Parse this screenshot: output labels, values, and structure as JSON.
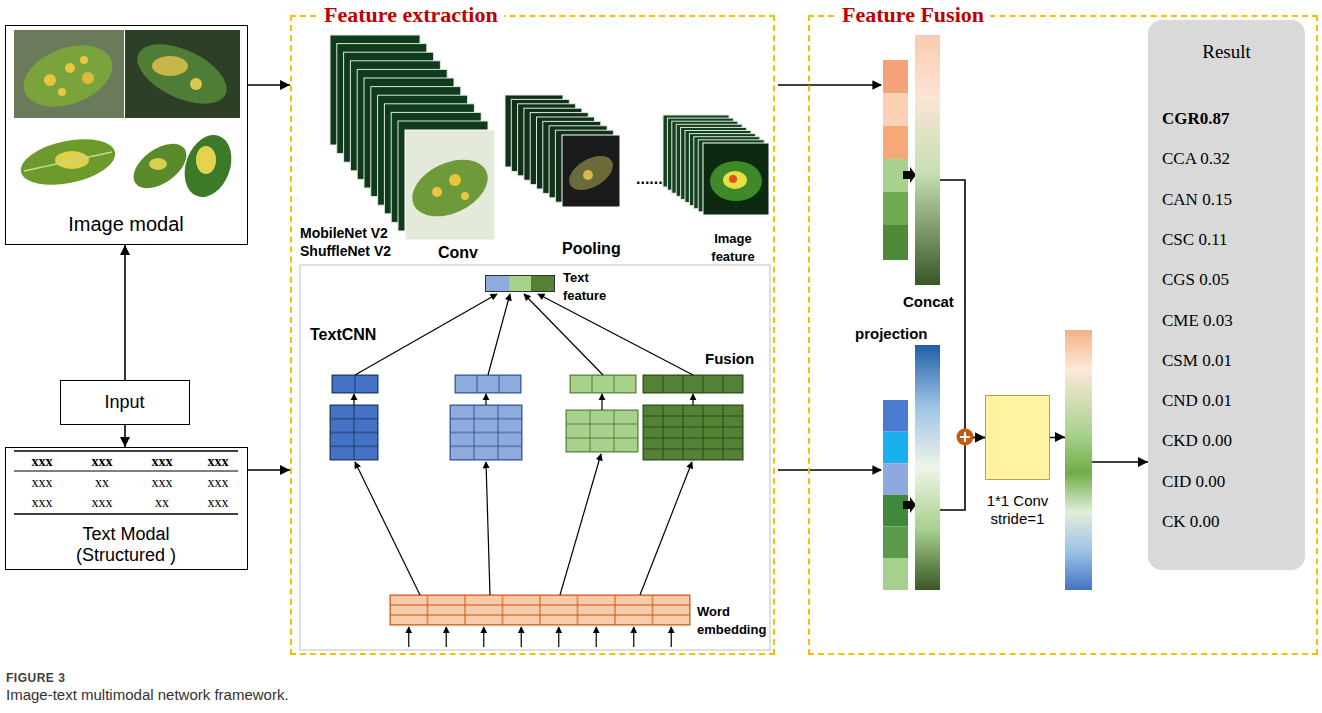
{
  "diagram": {
    "caption": "Image-text multimodal network framework.",
    "nodes": [
      {
        "text": [
          "Feature extraction"
        ]
      },
      {
        "text": [
          "Feature Fusion"
        ]
      },
      {
        "text": [
          "Image modal"
        ]
      },
      {
        "text": [
          "Input"
        ]
      },
      {
        "text": [
          "Text Modal (Structured )"
        ]
      },
      {
        "text": [
          "Text feature"
        ],
        "in": 0
      },
      {
        "text": [
          "Concat"
        ],
        "in": 1
      },
      {
        "text": [
          "projection"
        ],
        "in": 1
      },
      {
        "text": [
          "1*1 Conv stride=1"
        ],
        "in": 1
      },
      {
        "text": [
          "Result",
          "CGR0.87",
          "CCA 0.32",
          "CAN 0.15",
          "CSC 0.11",
          "CGS 0.05",
          "CME 0.03",
          "CSM 0.01",
          "CND 0.01",
          "CKD 0.00",
          "CID 0.00",
          "CK 0.00"
        ],
        "in": 1
      }
    ],
    "edges": [
      {
        "from": 3,
        "to": 2,
        "arrow": "to"
      },
      {
        "from": 3,
        "to": 4,
        "arrow": "to"
      },
      {
        "from": 2,
        "to": 0,
        "arrow": "to"
      },
      {
        "from": 4,
        "to": 0,
        "arrow": "to"
      },
      {
        "from": 6,
        "to": 8,
        "arrow": "to"
      },
      {
        "from": 7,
        "to": 8,
        "arrow": "to"
      },
      {
        "from": 8,
        "to": 9,
        "arrow": "to"
      }
    ],
    "labels": [
      "MobileNet V2",
      "ShuffleNet V2",
      "Conv",
      "Pooling",
      "......",
      "Image feature",
      "TextCNN",
      "Fusion",
      "Word embedding",
      "xxx",
      "xxx",
      "xxx",
      "xxx",
      "xxx",
      "xx",
      "xxx",
      "xxx",
      "xxx",
      "xxx",
      "xx",
      "xxx",
      "FIGURE 3"
    ]
  }
}
